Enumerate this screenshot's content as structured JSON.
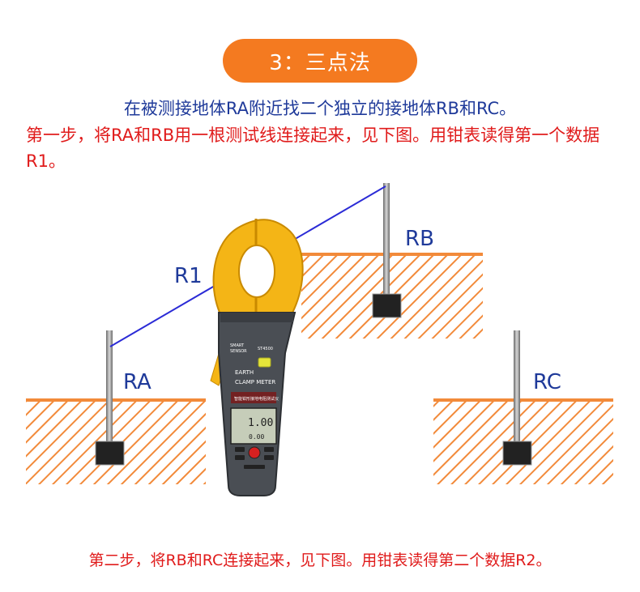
{
  "header": {
    "method_title": "3：三点法"
  },
  "intro": {
    "text": "在被测接地体RA附近找二个独立的接地体RB和RC。"
  },
  "step1": {
    "text": "第一步，将RA和RB用一根测试线连接起来，见下图。用钳表读得第一个数据R1。"
  },
  "step2": {
    "text": "第二步，将RB和RC连接起来，见下图。用钳表读得第二个数据R2。"
  },
  "diagram": {
    "labels": {
      "ra": "RA",
      "rb": "RB",
      "rc": "RC",
      "r1": "R1"
    },
    "meter": {
      "brand_line1": "SMART",
      "brand_line2": "SENSOR",
      "model": "ST4500",
      "earth": "EARTH",
      "clamp_meter": "CLAMP METER",
      "cn_name": "智能钳形接地电阻测试仪",
      "reading": "1.00",
      "reading_sub": "0.00"
    }
  },
  "colors": {
    "accent_orange": "#f47a20",
    "text_blue": "#1f3a9a",
    "text_red": "#e01b1b",
    "ground_orange": "#f28a3a",
    "clamp_yellow": "#f4b516",
    "meter_body": "#4a4e54"
  }
}
